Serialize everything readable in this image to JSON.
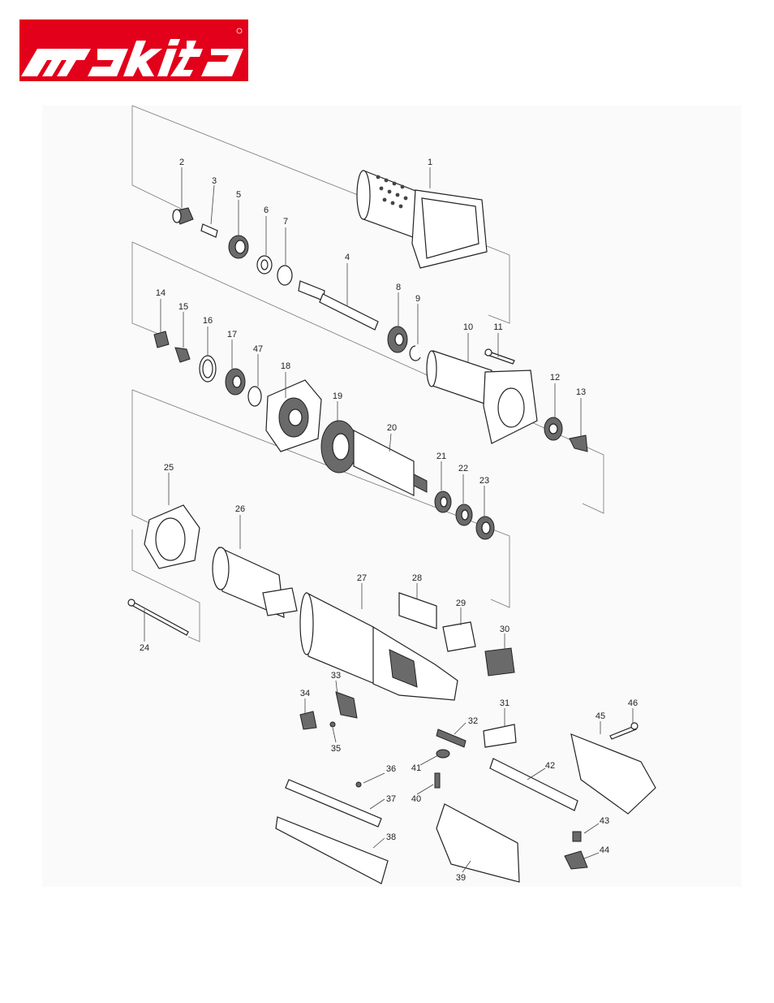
{
  "brand": {
    "name": "makita",
    "color": "#e2001a"
  },
  "part_labels": [
    "1",
    "2",
    "3",
    "4",
    "5",
    "6",
    "7",
    "8",
    "9",
    "10",
    "11",
    "12",
    "13",
    "14",
    "15",
    "16",
    "17",
    "18",
    "19",
    "20",
    "21",
    "22",
    "23",
    "24",
    "25",
    "26",
    "27",
    "28",
    "29",
    "30",
    "31",
    "32",
    "33",
    "34",
    "35",
    "36",
    "37",
    "38",
    "39",
    "40",
    "41",
    "42",
    "43",
    "44",
    "45",
    "46",
    "47"
  ]
}
